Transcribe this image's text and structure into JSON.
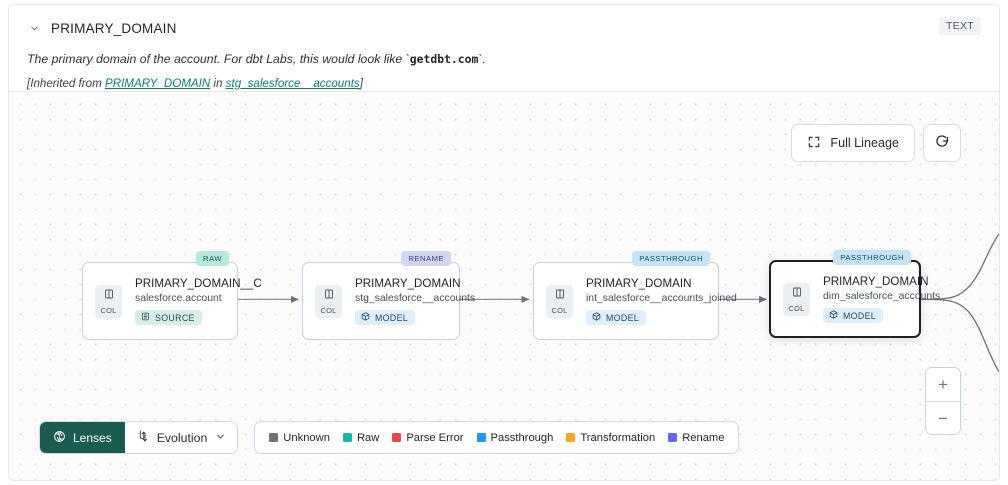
{
  "header": {
    "collapse_icon": "chevron-down-icon",
    "column_name": "PRIMARY_DOMAIN",
    "type_badge": "TEXT",
    "description_pre": "The primary domain of the account. For dbt Labs, this would look like `",
    "description_code": "getdbt.com",
    "description_post": "`.",
    "inherited_prefix": "[Inherited from ",
    "inherited_column_link": "PRIMARY_DOMAIN",
    "inherited_middle": " in ",
    "inherited_model_link": "stg_salesforce__accounts",
    "inherited_suffix": "]"
  },
  "toolbar": {
    "full_lineage_label": "Full Lineage",
    "full_lineage_icon": "expand-icon",
    "refresh_icon": "refresh-icon"
  },
  "lineage": {
    "nodes": [
      {
        "name": "PRIMARY_DOMAIN__C",
        "source": "salesforce.account",
        "kind": "SOURCE",
        "kind_icon": "database-icon",
        "tag": "RAW",
        "chip_label": "COL",
        "chip_icon": "column-icon",
        "selected": false
      },
      {
        "name": "PRIMARY_DOMAIN",
        "source": "stg_salesforce__accounts",
        "kind": "MODEL",
        "kind_icon": "cube-icon",
        "tag": "RENAME",
        "chip_label": "COL",
        "chip_icon": "column-icon",
        "selected": false
      },
      {
        "name": "PRIMARY_DOMAIN",
        "source": "int_salesforce__accounts_joined",
        "kind": "MODEL",
        "kind_icon": "cube-icon",
        "tag": "PASSTHROUGH",
        "chip_label": "COL",
        "chip_icon": "column-icon",
        "selected": false
      },
      {
        "name": "PRIMARY_DOMAIN",
        "source": "dim_salesforce_accounts",
        "kind": "MODEL",
        "kind_icon": "cube-icon",
        "tag": "PASSTHROUGH",
        "chip_label": "COL",
        "chip_icon": "column-icon",
        "selected": true
      }
    ]
  },
  "zoom_controls": {
    "zoom_in_label": "+",
    "zoom_out_label": "−"
  },
  "bottom_bar": {
    "lenses_label": "Lenses",
    "lenses_icon": "aperture-icon",
    "evolution_label": "Evolution",
    "evolution_icon": "evolution-icon",
    "evolution_chevron": "chevron-down-icon",
    "legend": [
      {
        "label": "Unknown",
        "color": "#6d737a"
      },
      {
        "label": "Raw",
        "color": "#14b8a6"
      },
      {
        "label": "Parse Error",
        "color": "#ef4444"
      },
      {
        "label": "Passthrough",
        "color": "#2196f3"
      },
      {
        "label": "Transformation",
        "color": "#f5a623"
      },
      {
        "label": "Rename",
        "color": "#6366f1"
      }
    ]
  }
}
